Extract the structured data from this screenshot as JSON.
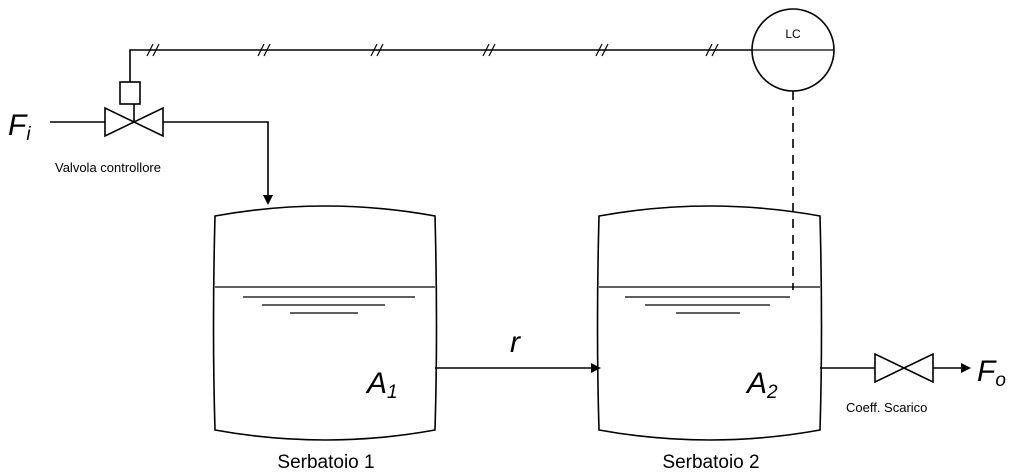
{
  "labels": {
    "inlet_flow": "F",
    "inlet_flow_sub": "i",
    "outlet_flow": "F",
    "outlet_flow_sub": "o",
    "flow_between": "r",
    "controller": "LC",
    "valve_label": "Valvola controllore",
    "outlet_valve_label": "Coeff. Scarico",
    "tank1_area": "A",
    "tank1_area_sub": "1",
    "tank2_area": "A",
    "tank2_area_sub": "2",
    "tank1_name": "Serbatoio 1",
    "tank2_name": "Serbatoio 2"
  }
}
